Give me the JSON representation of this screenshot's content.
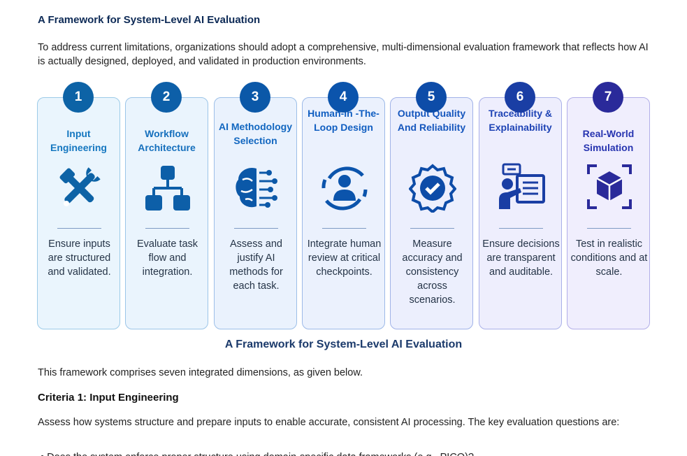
{
  "heading": "A Framework for System-Level AI Evaluation",
  "intro": "To address current limitations, organizations should adopt a comprehensive, multi-dimensional evaluation framework that reflects how AI is actually designed, deployed, and validated in production environments.",
  "cards": [
    {
      "num": "1",
      "title": "Input Engineering",
      "desc": "Ensure inputs are structured and validated.",
      "icon": "tools-icon",
      "color": "#0d63a6",
      "title_color": "#1577c0",
      "bg": "#eaf5fd",
      "border": "#9ccbe8"
    },
    {
      "num": "2",
      "title": "Workflow Architecture",
      "desc": "Evaluate task flow and integration.",
      "icon": "hierarchy-icon",
      "color": "#0d5fa8",
      "title_color": "#1670bd",
      "bg": "#eaf4fd",
      "border": "#9cc5e8"
    },
    {
      "num": "3",
      "title": "AI Methodology Selection",
      "desc": "Assess and justify AI methods for each task.",
      "icon": "brain-circuit-icon",
      "color": "#0b58a8",
      "title_color": "#1267c0",
      "bg": "#eaf2fd",
      "border": "#9cbfe8"
    },
    {
      "num": "4",
      "title": "Human-In -The-Loop Design",
      "desc": "Integrate human review at critical checkpoints.",
      "icon": "person-loop-icon",
      "color": "#0b54ac",
      "title_color": "#105ec1",
      "bg": "#ebf1fd",
      "border": "#9cb9e8"
    },
    {
      "num": "5",
      "title": "Output Quality And Reliability",
      "desc": "Measure accuracy and consistency across scenarios.",
      "icon": "quality-seal-icon",
      "color": "#0d4ca8",
      "title_color": "#1556bd",
      "bg": "#eceffd",
      "border": "#a0b2e8"
    },
    {
      "num": "6",
      "title": "Traceability & Explainability",
      "desc": "Ensure decisions are transparent and auditable.",
      "icon": "presenter-board-icon",
      "color": "#1a3ea4",
      "title_color": "#1e43b5",
      "bg": "#eeeefd",
      "border": "#a9b0e8"
    },
    {
      "num": "7",
      "title": "Real-World Simulation",
      "desc": "Test in realistic conditions and at scale.",
      "icon": "cube-frame-icon",
      "color": "#2a2a9a",
      "title_color": "#2734b0",
      "bg": "#f0eefd",
      "border": "#b2aee8"
    }
  ],
  "caption": "A Framework for System-Level AI Evaluation",
  "framework_sentence": "This framework comprises seven integrated dimensions, as given below.",
  "criteria_heading": "Criteria 1: Input Engineering",
  "criteria_text": "Assess how systems structure and prepare inputs to enable accurate, consistent AI processing. The key evaluation questions are:",
  "bullet_1": "• Does the system enforce proper structure using domain-specific data frameworks (e.g., PICO)?"
}
